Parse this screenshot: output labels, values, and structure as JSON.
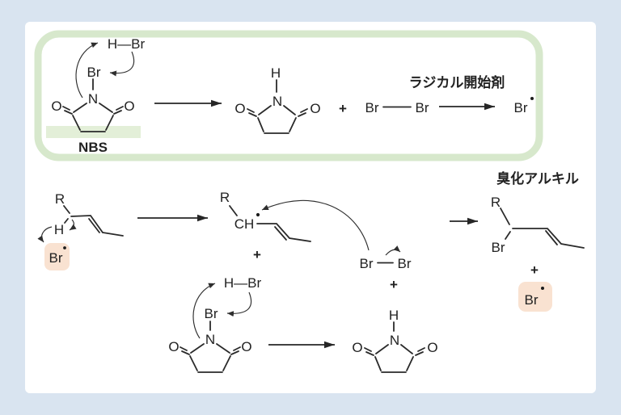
{
  "labels": {
    "nbs": "NBS",
    "radical_initiator": "ラジカル開始剤",
    "alkyl_bromide": "臭化アルキル"
  },
  "symbols": {
    "nitrogen": "N",
    "oxygen": "O",
    "hydrogen": "H",
    "bromine": "Br",
    "r_group": "R",
    "ch_radical": "CH",
    "h_br": "H—Br",
    "plus": "+"
  },
  "colors": {
    "background": "#d9e4f0",
    "panel": "#ffffff",
    "green_border": "#d7e8cc",
    "green_highlight": "#e3efd8",
    "nbs_green": "#25c32d",
    "initiator_orange": "#f2a070",
    "alkyl_bromide_pink": "#f99fa9",
    "radical_box_peach": "#f9e2d1",
    "ink": "#262626"
  }
}
